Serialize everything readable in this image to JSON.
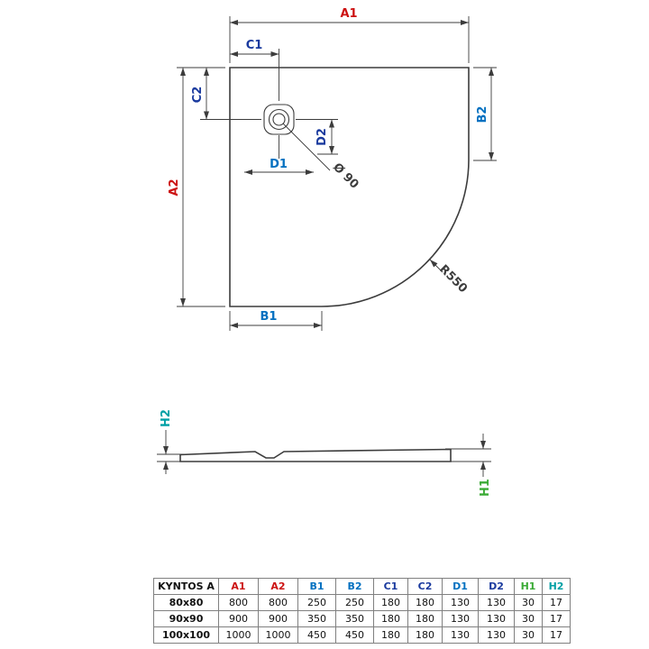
{
  "colors": {
    "dim_red": "#cc1111",
    "dim_blue": "#0070c0",
    "dim_navy": "#1a3a9e",
    "dim_green": "#3aaa35",
    "dim_teal": "#00a0a5",
    "line": "#3c3c3c"
  },
  "drawing": {
    "top_view": {
      "a1": "A1",
      "a2": "A2",
      "b1": "B1",
      "b2": "B2",
      "c1": "C1",
      "c2": "C2",
      "d1": "D1",
      "d2": "D2",
      "diameter": "Ø 90",
      "radius": "R550"
    },
    "side_view": {
      "h1": "H1",
      "h2": "H2"
    }
  },
  "table": {
    "headers": [
      "KYNTOS A",
      "A1",
      "A2",
      "B1",
      "B2",
      "C1",
      "C2",
      "D1",
      "D2",
      "H1",
      "H2"
    ],
    "rows": [
      [
        "80x80",
        "800",
        "800",
        "250",
        "250",
        "180",
        "180",
        "130",
        "130",
        "30",
        "17"
      ],
      [
        "90x90",
        "900",
        "900",
        "350",
        "350",
        "180",
        "180",
        "130",
        "130",
        "30",
        "17"
      ],
      [
        "100x100",
        "1000",
        "1000",
        "450",
        "450",
        "180",
        "180",
        "130",
        "130",
        "30",
        "17"
      ]
    ]
  }
}
